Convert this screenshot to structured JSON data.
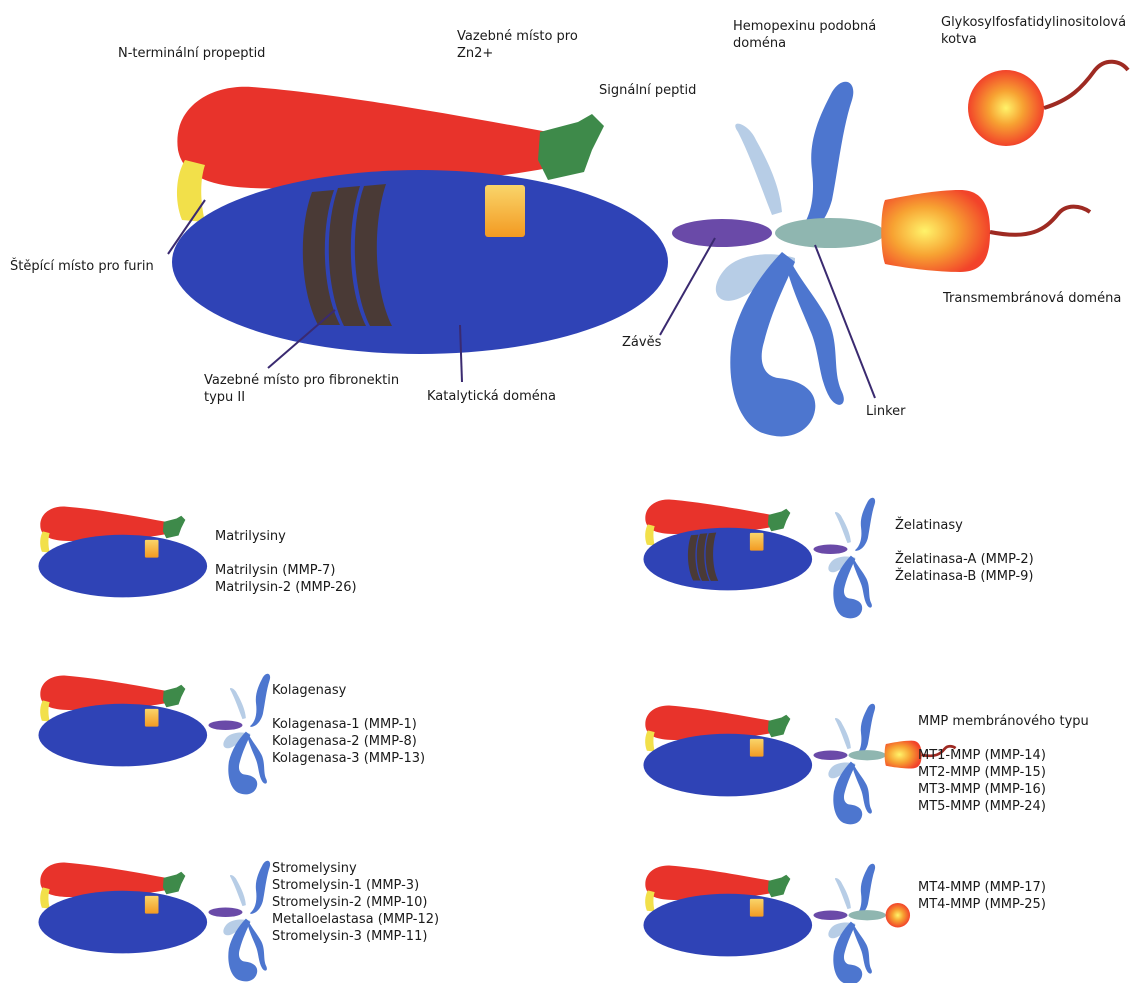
{
  "colors": {
    "catalytic": "#2f43b6",
    "propeptide": "#e8332b",
    "signal": "#3e8a4a",
    "zinc": "#f6b13a",
    "fibronectin": "#4a3a36",
    "hinge": "#6a4aa8",
    "hemopexin": "#4d76cf",
    "linker": "#8fb6b0",
    "anchor": "#f2432a"
  },
  "main_labels": {
    "n_propeptide": "N-terminální propeptid",
    "zinc_site": [
      "Vazebné místo pro",
      "Zn2+"
    ],
    "signal_peptide": "Signální peptid",
    "hemopexin": [
      "Hemopexinu podobná",
      "doména"
    ],
    "gpi_anchor": [
      "Glykosylfosfatidylinositolová",
      "kotva"
    ],
    "furin_site": "Štěpící místo pro furin",
    "transmembrane": "Transmembránová doména",
    "hinge": "Závěs",
    "fibronectin_site": [
      "Vazebné místo pro fibronektin",
      "typu II"
    ],
    "catalytic_domain": "Katalytická doména",
    "linker": "Linker"
  },
  "groups": {
    "matrilysins": {
      "title": "Matrilysiny",
      "items": [
        "Matrilysin (MMP-7)",
        "Matrilysin-2 (MMP-26)"
      ]
    },
    "gelatinases": {
      "title": "Želatinasy",
      "items": [
        "Želatinasa-A (MMP-2)",
        "Želatinasa-B (MMP-9)"
      ]
    },
    "collagenases": {
      "title": "Kolagenasy",
      "items": [
        "Kolagenasa-1 (MMP-1)",
        "Kolagenasa-2 (MMP-8)",
        "Kolagenasa-3 (MMP-13)"
      ]
    },
    "membrane_type": {
      "title": "MMP membránového typu",
      "items": [
        "MT1-MMP (MMP-14)",
        "MT2-MMP (MMP-15)",
        "MT3-MMP (MMP-16)",
        "MT5-MMP (MMP-24)"
      ]
    },
    "stromelysins": {
      "title": "Stromelysiny",
      "items": [
        "Stromelysin-1 (MMP-3)",
        "Stromelysin-2 (MMP-10)",
        "Metalloelastasa (MMP-12)",
        "Stromelysin-3 (MMP-11)"
      ]
    },
    "mt_gpi": {
      "items": [
        "MT4-MMP (MMP-17)",
        "MT4-MMP (MMP-25)"
      ]
    }
  }
}
